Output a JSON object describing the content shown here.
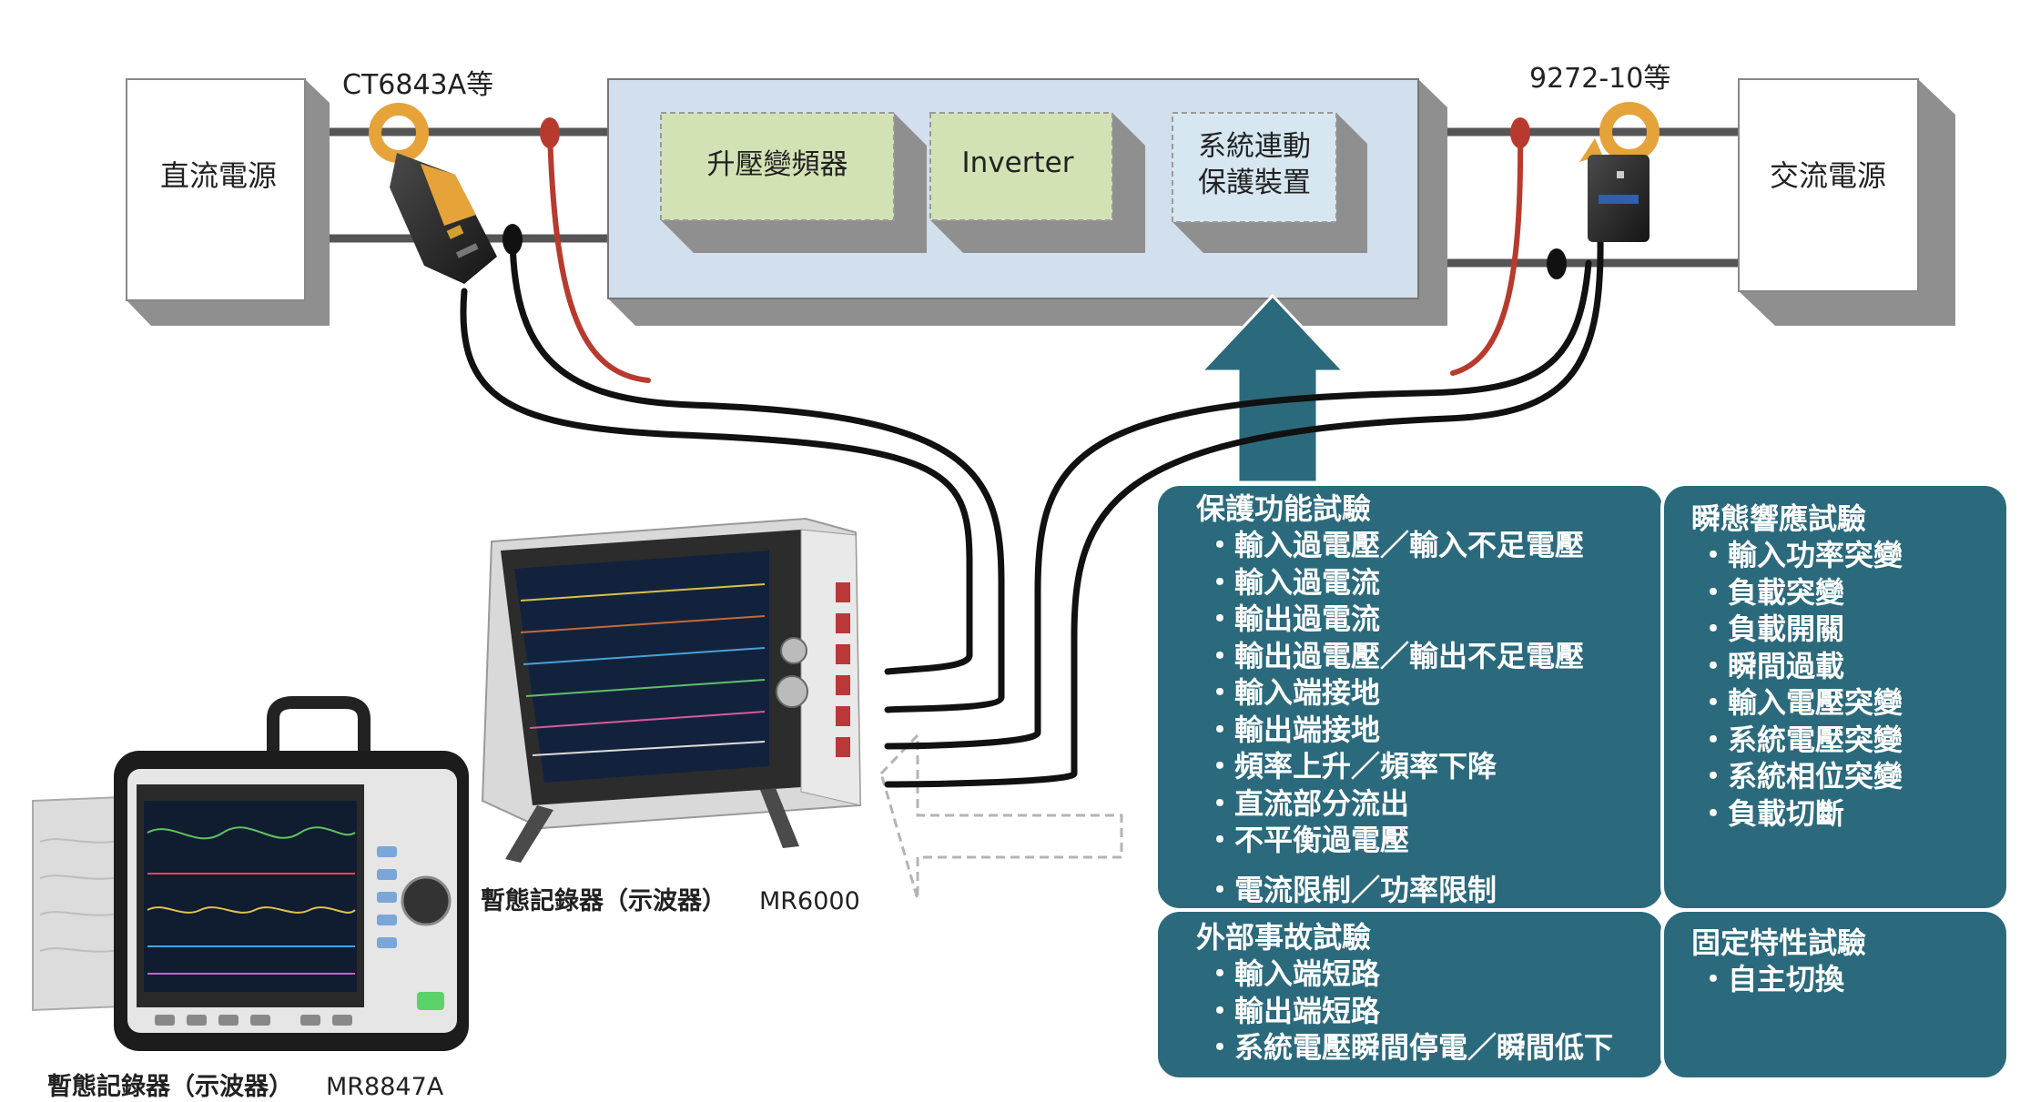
{
  "components": {
    "dc_source": "直流電源",
    "ac_source": "交流電源",
    "boost_converter": "升壓變頻器",
    "inverter": "Inverter",
    "protection_line1": "系統連動",
    "protection_line2": "保護裝置"
  },
  "sensors": {
    "left_clamp": "CT6843A等",
    "right_clamp": "9272-10等"
  },
  "instruments": {
    "mr6000": {
      "name": "暫態記錄器（示波器）",
      "model": "MR6000"
    },
    "mr8847a": {
      "name": "暫態記錄器（示波器）",
      "model": "MR8847A"
    }
  },
  "tests": {
    "protection": {
      "title": "保護功能試驗",
      "items": [
        "輸入過電壓／輸入不足電壓",
        "輸入過電流",
        "輸出過電流",
        "輸出過電壓／輸出不足電壓",
        "輸入端接地",
        "輸出端接地",
        "頻率上升／頻率下降",
        "直流部分流出",
        "不平衡過電壓",
        "電流限制／功率限制"
      ]
    },
    "transient": {
      "title": "瞬態響應試驗",
      "items": [
        "輸入功率突變",
        "負載突變",
        "負載開關",
        "瞬間過載",
        "輸入電壓突變",
        "系統電壓突變",
        "系統相位突變",
        "負載切斷"
      ]
    },
    "external_fault": {
      "title": "外部事故試驗",
      "items": [
        "輸入端短路",
        "輸出端短路",
        "系統電壓瞬間停電／瞬間低下"
      ]
    },
    "fixed_characteristic": {
      "title": "固定特性試驗",
      "items": [
        "自主切換"
      ]
    }
  },
  "colors": {
    "panel": "#2b6a7c",
    "arrow": "#2b6a7c",
    "green_box": "#d3e2b4",
    "blue_box": "#d6e7f2",
    "main_box": "#d2dfec",
    "red_probe": "#b83a2e"
  }
}
